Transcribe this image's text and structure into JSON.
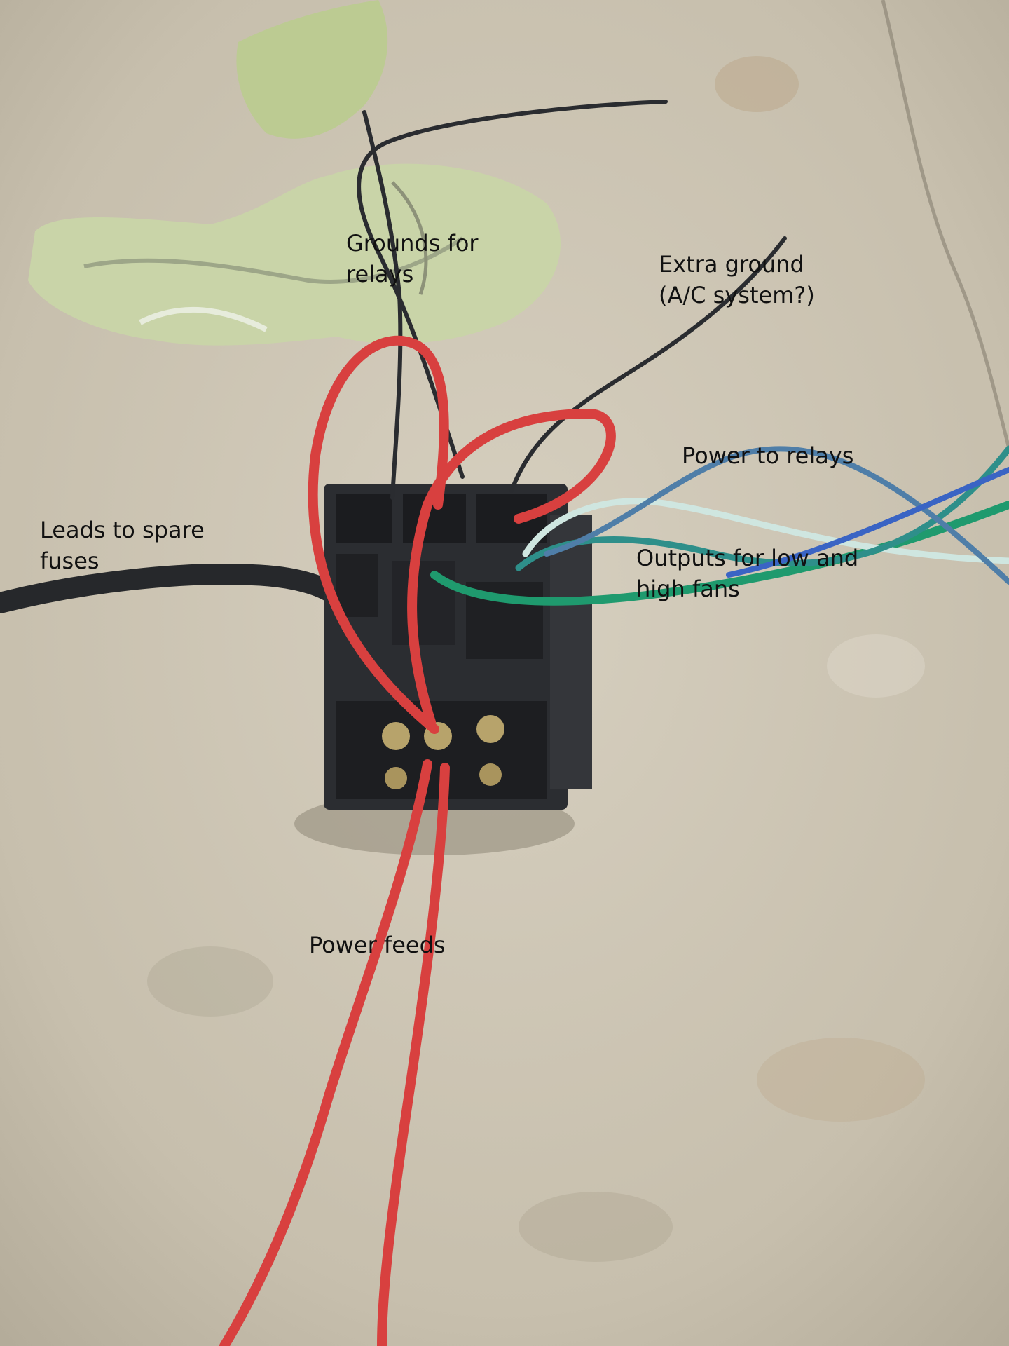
{
  "annotations": {
    "grounds_for_relays": {
      "line1": "Grounds for",
      "line2": "relays"
    },
    "extra_ground": {
      "line1": "Extra ground",
      "line2": "(A/C system?)"
    },
    "power_to_relays": {
      "line1": "Power to relays"
    },
    "leads_to_spare_fuses": {
      "line1": "Leads to spare",
      "line2": "fuses"
    },
    "outputs_for_fans": {
      "line1": "Outputs for low and",
      "line2": "high fans"
    },
    "power_feeds": {
      "line1": "Power feeds"
    }
  },
  "colors": {
    "floor": "#cfc7b6",
    "red_wire": "#d8403f",
    "black_wire": "#2a2c30",
    "green_wire": "#1f9a6e",
    "blue_wire": "#3f6fa8",
    "fuse_box": "#2b2d31",
    "paper": "#c9d4a8"
  }
}
